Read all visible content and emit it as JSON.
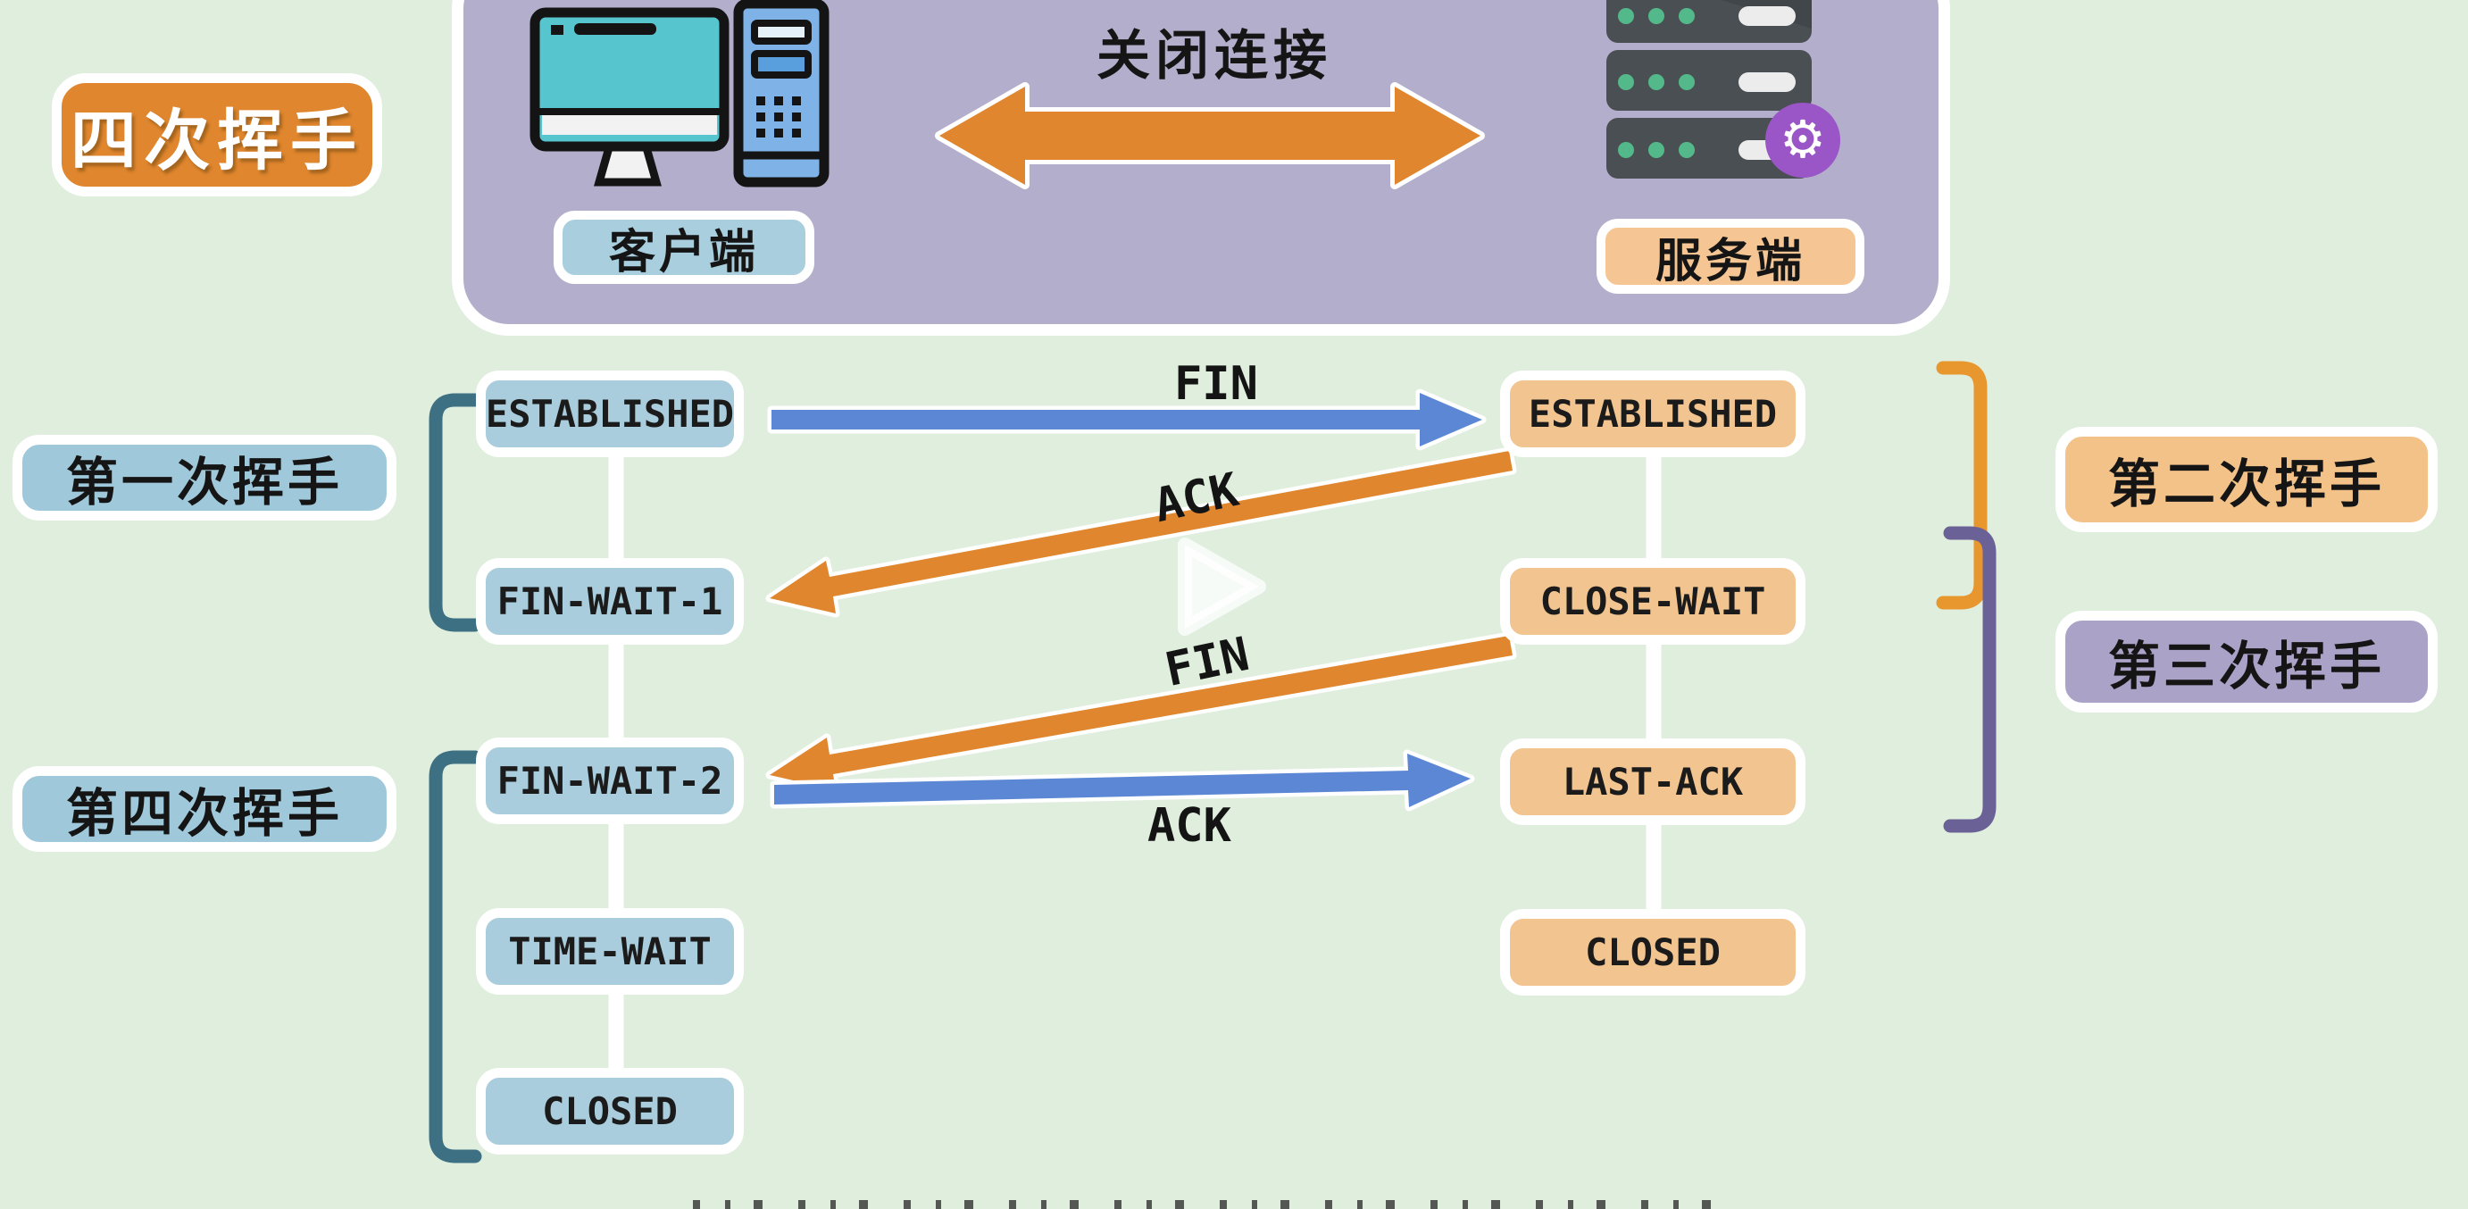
{
  "badge": {
    "label": "四次挥手",
    "bg": "#e0862e"
  },
  "banner": {
    "bg": "#b3aecb",
    "client_label": "客户端",
    "server_label": "服务端",
    "connection_label": "关闭连接"
  },
  "wave_labels": {
    "first": "第一次挥手",
    "second": "第二次挥手",
    "third": "第三次挥手",
    "fourth": "第四次挥手"
  },
  "client_states": [
    "ESTABLISHED",
    "FIN-WAIT-1",
    "FIN-WAIT-2",
    "TIME-WAIT",
    "CLOSED"
  ],
  "server_states": [
    "ESTABLISHED",
    "CLOSE-WAIT",
    "LAST-ACK",
    "CLOSED"
  ],
  "messages": [
    {
      "label": "FIN",
      "direction": "client-to-server",
      "color": "#5b87d5"
    },
    {
      "label": "ACK",
      "direction": "server-to-client",
      "color": "#e0862e"
    },
    {
      "label": "FIN",
      "direction": "server-to-client",
      "color": "#e0862e"
    },
    {
      "label": "ACK",
      "direction": "client-to-server",
      "color": "#5b87d5"
    }
  ],
  "player": {
    "play_icon": "play-triangle"
  },
  "colors": {
    "background": "#dfeedd",
    "client_state_bg": "#a9cddd",
    "server_state_bg": "#f2c490",
    "wave_left_bg": "#9fc8da",
    "wave_second_bg": "#f3c289",
    "wave_third_bg": "#aba2c8",
    "arrow_blue": "#5b87d5",
    "arrow_orange": "#e0862e",
    "bracket_teal": "#3e7084",
    "bracket_orange": "#e8962e",
    "bracket_purple": "#6a6296",
    "client_screen": "#56c5ce",
    "tower_blue": "#7fb3e8",
    "server_unit": "#4a4f53",
    "server_led_green": "#54b98a",
    "gear_purple": "#9a55c7"
  }
}
